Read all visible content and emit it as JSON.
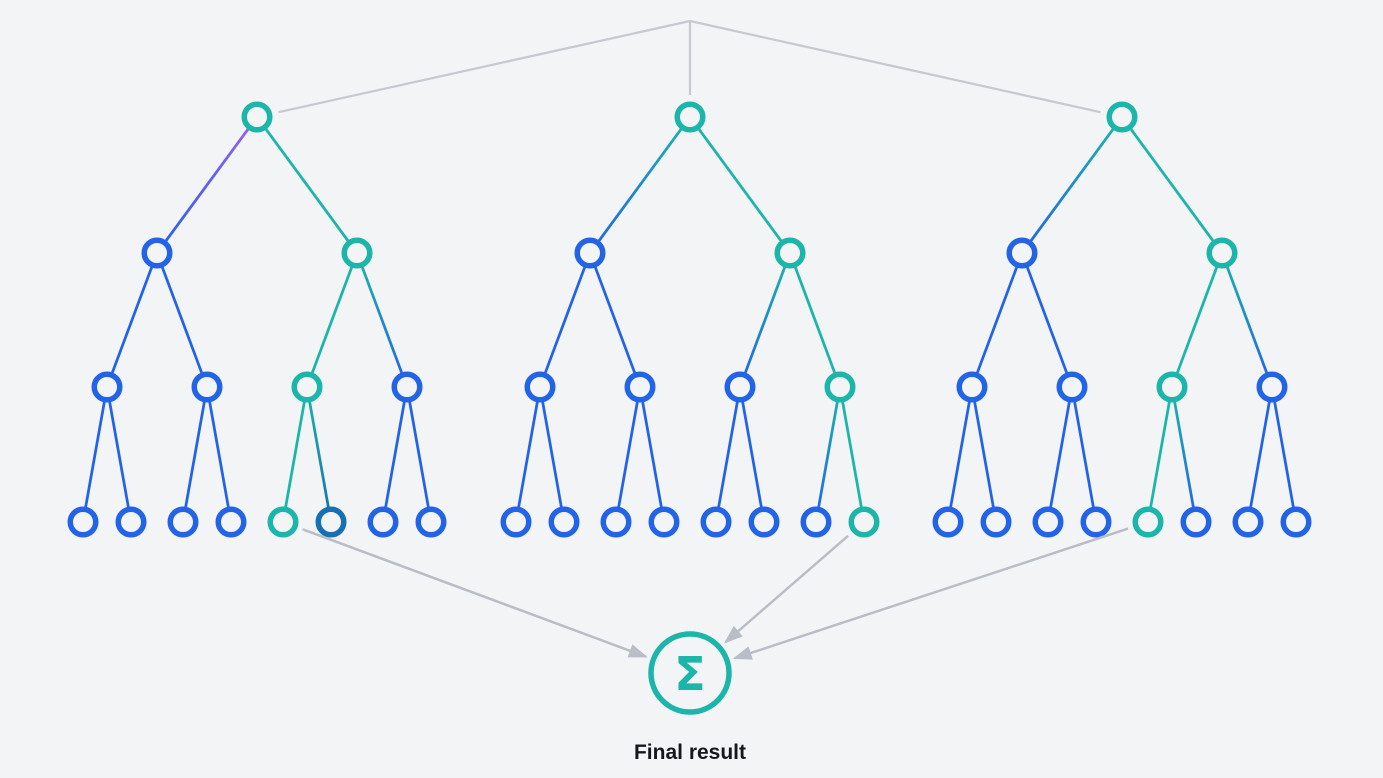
{
  "aggregator": {
    "symbol": "Σ",
    "label": "Final result"
  },
  "colors": {
    "background": "#f3f4f6",
    "blue": "#2363e6",
    "teal": "#1bb5aa",
    "steel": "#176fb4",
    "purple": "#9c5ef2",
    "connector": "#c6c9d0",
    "arrow": "#b9bdc6",
    "text": "#14181d"
  },
  "trees": [
    {
      "name": "tree-1",
      "nodes": {
        "root": "teal",
        "l": "blue",
        "r": "teal",
        "ll": "blue",
        "lr": "blue",
        "rl": "teal",
        "rr": "blue",
        "leaves": [
          "blue",
          "blue",
          "blue",
          "blue",
          "teal",
          "steel",
          "blue",
          "blue"
        ]
      },
      "edge_overrides": {
        "root_l": {
          "from": "purple"
        }
      },
      "arrow_leaf": 4
    },
    {
      "name": "tree-2",
      "nodes": {
        "root": "teal",
        "l": "blue",
        "r": "teal",
        "ll": "blue",
        "lr": "blue",
        "rl": "blue",
        "rr": "teal",
        "leaves": [
          "blue",
          "blue",
          "blue",
          "blue",
          "blue",
          "blue",
          "blue",
          "teal"
        ]
      },
      "arrow_leaf": 7
    },
    {
      "name": "tree-3",
      "nodes": {
        "root": "teal",
        "l": "blue",
        "r": "teal",
        "ll": "blue",
        "lr": "blue",
        "rl": "teal",
        "rr": "blue",
        "leaves": [
          "blue",
          "blue",
          "blue",
          "blue",
          "teal",
          "blue",
          "blue",
          "blue"
        ]
      },
      "arrow_leaf": 4
    }
  ]
}
